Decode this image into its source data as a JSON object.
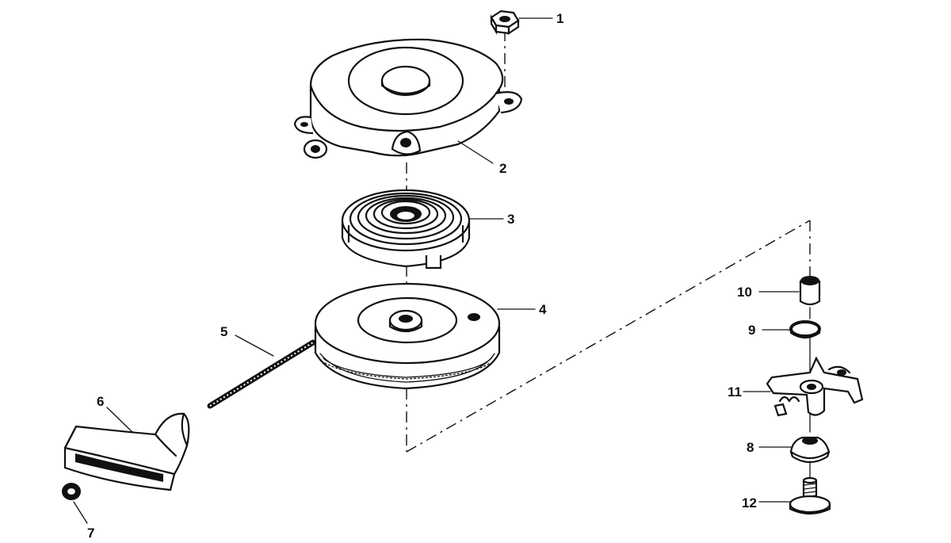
{
  "colors": {
    "ink": "#111111",
    "paper": "#ffffff"
  },
  "callouts": [
    {
      "id": "1",
      "label": "1"
    },
    {
      "id": "2",
      "label": "2"
    },
    {
      "id": "3",
      "label": "3"
    },
    {
      "id": "4",
      "label": "4"
    },
    {
      "id": "5",
      "label": "5"
    },
    {
      "id": "6",
      "label": "6"
    },
    {
      "id": "7",
      "label": "7"
    },
    {
      "id": "8",
      "label": "8"
    },
    {
      "id": "9",
      "label": "9"
    },
    {
      "id": "10",
      "label": "10"
    },
    {
      "id": "11",
      "label": "11"
    },
    {
      "id": "12",
      "label": "12"
    }
  ]
}
